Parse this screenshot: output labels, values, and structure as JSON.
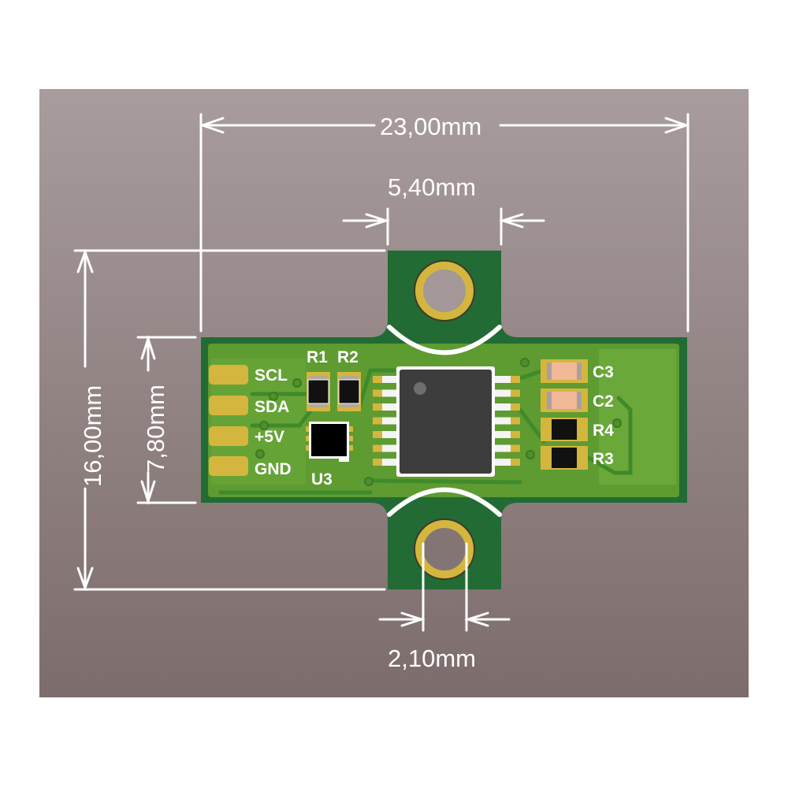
{
  "title": "PCB module dimension drawing",
  "colors": {
    "background_top": "#a89c9c",
    "background_bottom": "#7d6c6c",
    "board_edge": "#226b34",
    "board_fill": "#5e9b31",
    "copper_pour": "#6aa83a",
    "pad_gold": "#d4b63e",
    "silkscreen": "#ffffff",
    "ic_body": "#3d3d3d",
    "capacitor_body": "#f2b998",
    "resistor_body": "#111111",
    "dimension_line": "#ffffff"
  },
  "dimensions": {
    "overall_width": "23,00mm",
    "tab_width": "5,40mm",
    "overall_height": "16,00mm",
    "body_height": "7,80mm",
    "hole_diameter": "2,10mm"
  },
  "connector_pins": [
    {
      "label": "SCL"
    },
    {
      "label": "SDA"
    },
    {
      "label": "+5V"
    },
    {
      "label": "GND"
    }
  ],
  "components": {
    "resistors_top": [
      {
        "ref": "R1"
      },
      {
        "ref": "R2"
      }
    ],
    "right_column": [
      {
        "ref": "C3",
        "type": "capacitor"
      },
      {
        "ref": "C2",
        "type": "capacitor"
      },
      {
        "ref": "R4",
        "type": "resistor"
      },
      {
        "ref": "R3",
        "type": "resistor"
      }
    ],
    "sensor": {
      "ref": "U3"
    },
    "main_ic": {
      "pins_per_side": 7
    }
  }
}
